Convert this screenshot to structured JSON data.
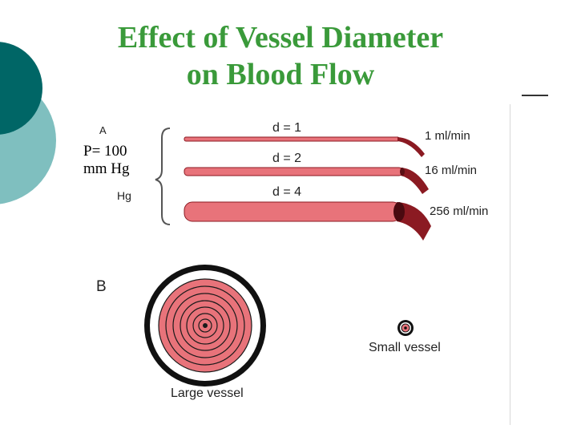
{
  "title": {
    "line1": "Effect of Vessel Diameter",
    "line2": "on Blood Flow"
  },
  "pressure": {
    "line1": "P= 100",
    "line2": "mm Hg"
  },
  "figure_a": {
    "label": "A",
    "unit": "Hg"
  },
  "vessels": [
    {
      "diameter_label": "d = 1",
      "flow_label": "1 ml/min"
    },
    {
      "diameter_label": "d = 2",
      "flow_label": "16 ml/min"
    },
    {
      "diameter_label": "d = 4",
      "flow_label": "256 ml/min"
    }
  ],
  "figure_b": {
    "label": "B",
    "large_label": "Large vessel",
    "small_label": "Small vessel"
  },
  "colors": {
    "title_green": "#3a9a3a",
    "teal_dark": "#006666",
    "teal_light": "#7fbfbf",
    "vessel_pink": "#e8737a",
    "vessel_dark": "#8b1a22"
  }
}
